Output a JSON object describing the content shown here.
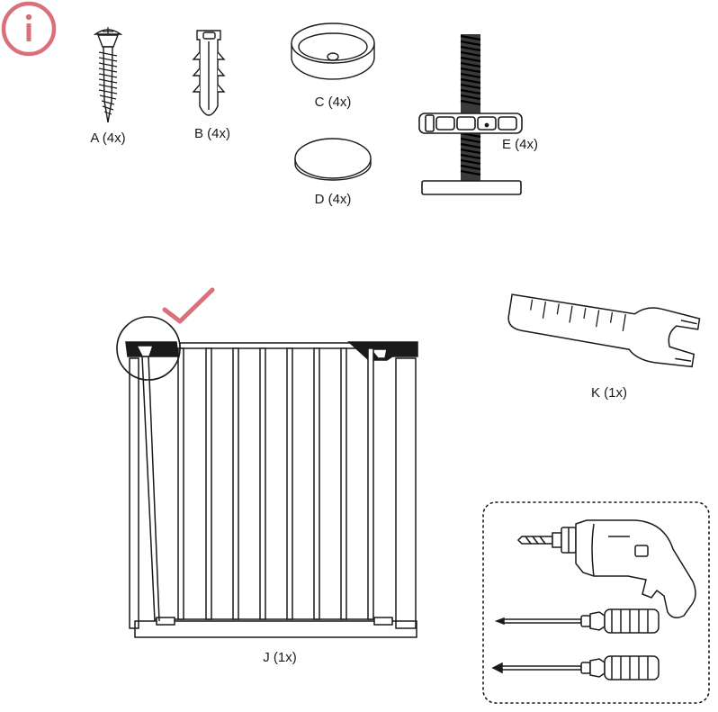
{
  "parts": [
    {
      "id": "A",
      "label": "A (4x)",
      "name": "screw"
    },
    {
      "id": "B",
      "label": "B (4x)",
      "name": "wall-plug"
    },
    {
      "id": "C",
      "label": "C (4x)",
      "name": "wall-cup"
    },
    {
      "id": "D",
      "label": "D (4x)",
      "name": "adhesive-pad"
    },
    {
      "id": "E",
      "label": "E (4x)",
      "name": "threaded-spindle-with-nut"
    },
    {
      "id": "J",
      "label": "J (1x)",
      "name": "safety-gate"
    },
    {
      "id": "K",
      "label": "K (1x)",
      "name": "adjustment-wrench"
    }
  ],
  "icons": {
    "info": {
      "name": "info-icon",
      "color": "#d9707a"
    },
    "check": {
      "name": "check-mark-icon",
      "color": "#d9707a"
    },
    "tools": [
      "drill-icon",
      "flathead-screwdriver-icon",
      "phillips-screwdriver-icon"
    ]
  },
  "colors": {
    "line": "#1a1a1a",
    "accent": "#d9707a"
  }
}
